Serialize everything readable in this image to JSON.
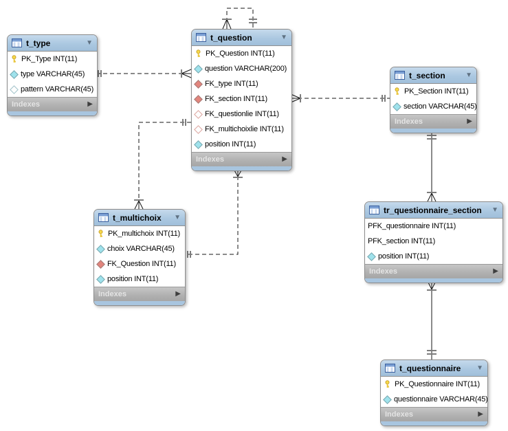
{
  "diagram": {
    "kind": "eer-diagram",
    "colors": {
      "table_header": "#abc8e1",
      "footer_gray": "#b0b0b0",
      "bottom_strip": "#a8c5df",
      "relationship_line": "#141414",
      "cardinality_bar": "#7d7d7d",
      "pk_icon_yellow": "#f2d23c",
      "column_cyan": "#9fe2ec",
      "fk_red": "#e2857d"
    },
    "tables": {
      "t_type": {
        "title": "t_type",
        "footer": "Indexes",
        "columns": [
          {
            "icon": "primary-key-icon",
            "label": "PK_Type INT(11)"
          },
          {
            "icon": "column-required-icon",
            "label": "type VARCHAR(45)"
          },
          {
            "icon": "column-nullable-icon",
            "label": "pattern VARCHAR(45)"
          }
        ]
      },
      "t_question": {
        "title": "t_question",
        "footer": "Indexes",
        "columns": [
          {
            "icon": "primary-key-icon",
            "label": "PK_Question INT(11)"
          },
          {
            "icon": "column-required-icon",
            "label": "question VARCHAR(200)"
          },
          {
            "icon": "fk-required-icon",
            "label": "FK_type INT(11)"
          },
          {
            "icon": "fk-required-icon",
            "label": "FK_section INT(11)"
          },
          {
            "icon": "fk-nullable-icon",
            "label": "FK_questionlie INT(11)"
          },
          {
            "icon": "fk-nullable-icon",
            "label": "FK_multichoixlie INT(11)"
          },
          {
            "icon": "column-required-icon",
            "label": "position INT(11)"
          }
        ]
      },
      "t_section": {
        "title": "t_section",
        "footer": "Indexes",
        "columns": [
          {
            "icon": "primary-key-icon",
            "label": "PK_Section INT(11)"
          },
          {
            "icon": "column-required-icon",
            "label": "section VARCHAR(45)"
          }
        ]
      },
      "t_multichoix": {
        "title": "t_multichoix",
        "footer": "Indexes",
        "columns": [
          {
            "icon": "primary-key-icon",
            "label": "PK_multichoix INT(11)"
          },
          {
            "icon": "column-required-icon",
            "label": "choix VARCHAR(45)"
          },
          {
            "icon": "fk-required-icon",
            "label": "FK_Question INT(11)"
          },
          {
            "icon": "column-required-icon",
            "label": "position INT(11)"
          }
        ]
      },
      "tr_questionnaire_section": {
        "title": "tr_questionnaire_section",
        "footer": "Indexes",
        "columns": [
          {
            "icon": null,
            "label": "PFK_questionnaire INT(11)"
          },
          {
            "icon": null,
            "label": "PFK_section INT(11)"
          },
          {
            "icon": "column-required-icon",
            "label": "position INT(11)"
          }
        ]
      },
      "t_questionnaire": {
        "title": "t_questionnaire",
        "footer": "Indexes",
        "columns": [
          {
            "icon": "primary-key-icon",
            "label": "PK_Questionnaire INT(11)"
          },
          {
            "icon": "column-required-icon",
            "label": "questionnaire VARCHAR(45)"
          }
        ]
      }
    },
    "relationships": [
      {
        "name": "t_type-t_question",
        "from": "t_type",
        "to": "t_question",
        "from_cardinality": "one",
        "to_cardinality": "many",
        "style": "dashed"
      },
      {
        "name": "t_question-t_section",
        "from": "t_question",
        "to": "t_section",
        "from_cardinality": "many",
        "to_cardinality": "one",
        "style": "dashed"
      },
      {
        "name": "t_question-self",
        "from": "t_question",
        "to": "t_question",
        "from_cardinality": "many",
        "to_cardinality": "one",
        "style": "dashed"
      },
      {
        "name": "t_question-t_multichoix-a",
        "from": "t_question",
        "to": "t_multichoix",
        "from_cardinality": "one",
        "to_cardinality": "many",
        "style": "dashed"
      },
      {
        "name": "t_question-t_multichoix-b",
        "from": "t_question",
        "to": "t_multichoix",
        "from_cardinality": "many",
        "to_cardinality": "one",
        "style": "dashed"
      },
      {
        "name": "t_section-tr_questionnaire_section",
        "from": "t_section",
        "to": "tr_questionnaire_section",
        "from_cardinality": "one",
        "to_cardinality": "many",
        "style": "solid"
      },
      {
        "name": "tr_questionnaire_section-t_questionnaire",
        "from": "tr_questionnaire_section",
        "to": "t_questionnaire",
        "from_cardinality": "many",
        "to_cardinality": "one",
        "style": "solid"
      }
    ]
  }
}
